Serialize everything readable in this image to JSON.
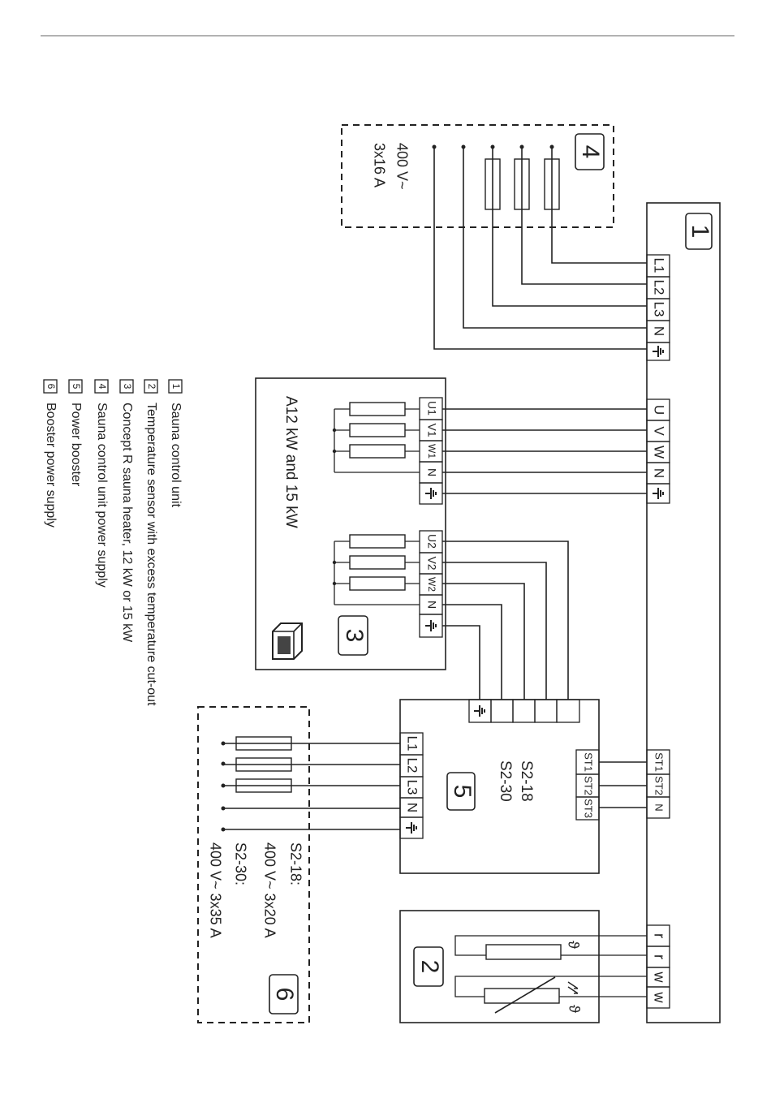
{
  "unit_1": {
    "number": "1",
    "main_terminals": [
      "L1",
      "L2",
      "L3",
      "N"
    ],
    "heater_terminals": [
      "U",
      "V",
      "W",
      "N"
    ],
    "sensor_terminals": [
      "r",
      "r",
      "w",
      "w"
    ],
    "booster_terminals": [
      "ST1",
      "ST2",
      "N"
    ]
  },
  "unit_2": {
    "number": "2"
  },
  "unit_3": {
    "number": "3",
    "title": "A12 kW and 15 kW",
    "terminals_group1": [
      "U1",
      "V1",
      "W1",
      "N"
    ],
    "terminals_group2": [
      "U2",
      "V2",
      "W2",
      "N"
    ]
  },
  "unit_4": {
    "number": "4",
    "voltage": "400 V~",
    "current": "3x16 A"
  },
  "unit_5": {
    "number": "5",
    "model1": "S2-18",
    "model2": "S2-30",
    "control_terminals": [
      "ST1",
      "ST2",
      "ST3"
    ],
    "supply_terminals": [
      "L1",
      "L2",
      "L3",
      "N"
    ]
  },
  "unit_6": {
    "number": "6",
    "line1": "S2-18:",
    "line2": "400 V~ 3x20 A",
    "line3": "S2-30:",
    "line4": "400 V~ 3x35 A"
  },
  "symbols": {
    "theta": "ϑ"
  },
  "legend": [
    {
      "num": "1",
      "text": "Sauna control unit"
    },
    {
      "num": "2",
      "text": "Temperature sensor with excess temperature cut-out"
    },
    {
      "num": "3",
      "text": "Concept R sauna heater, 12 kW or 15 kW"
    },
    {
      "num": "4",
      "text": "Sauna control unit power supply"
    },
    {
      "num": "5",
      "text": "Power booster"
    },
    {
      "num": "6",
      "text": "Booster power supply"
    }
  ]
}
